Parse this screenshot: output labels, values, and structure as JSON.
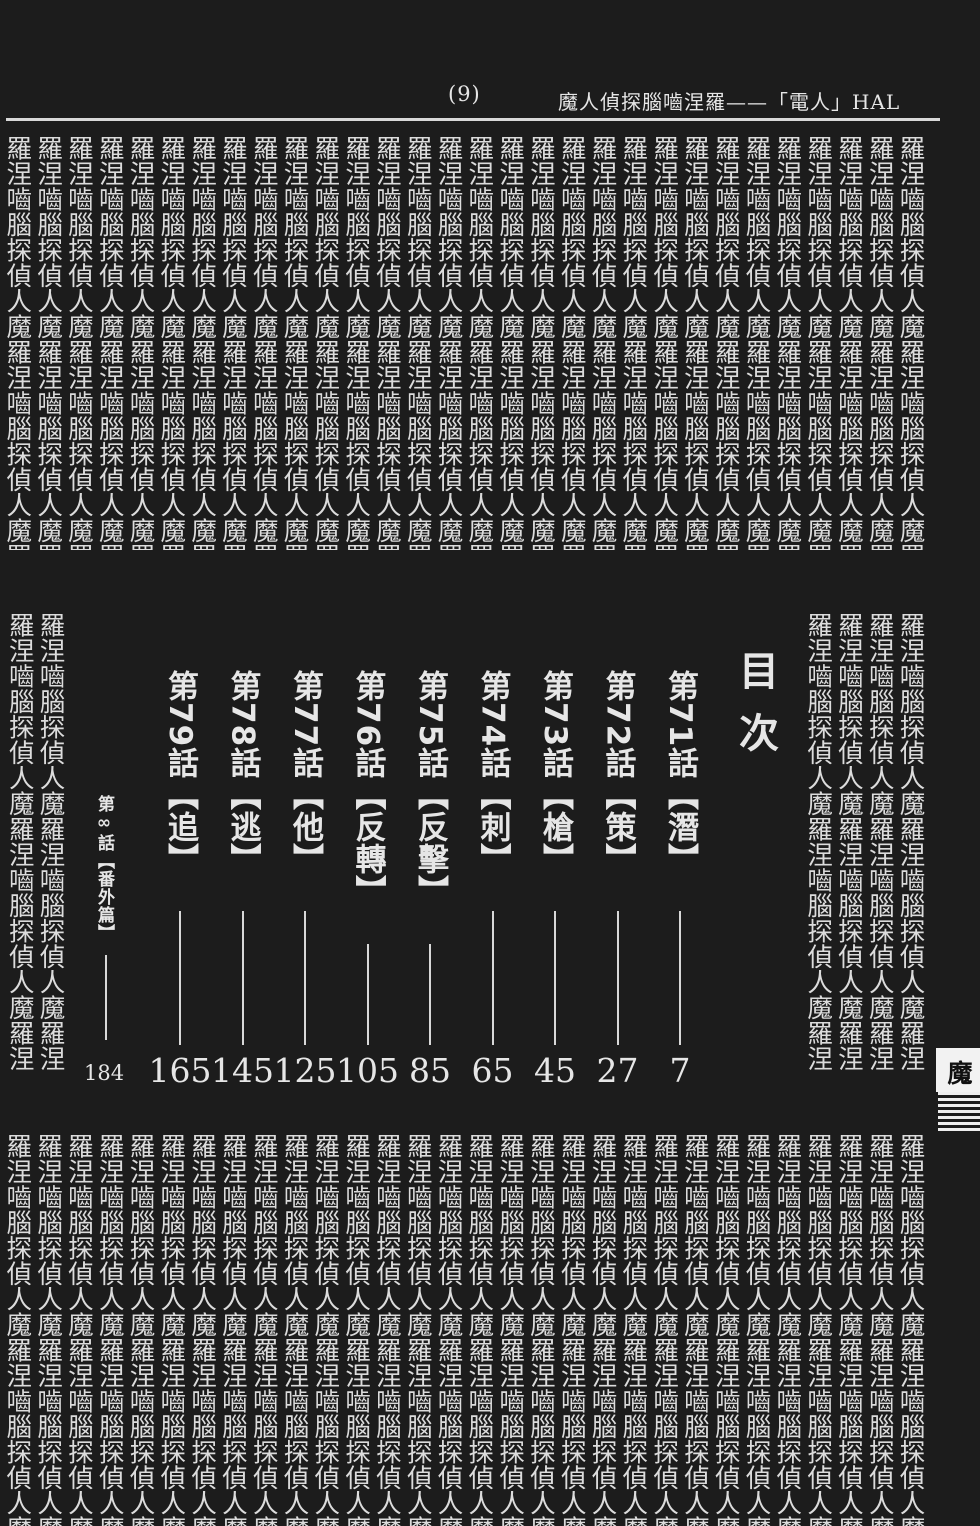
{
  "header": {
    "page_number": "(9)",
    "title": "魔人偵探腦嚙涅羅——「電人」HAL"
  },
  "background_text": {
    "repeat_unit": "羅涅嚙腦探偵人魔"
  },
  "toc": {
    "heading": "目次",
    "entries": [
      {
        "label": "第71話【潛】",
        "page": "7"
      },
      {
        "label": "第72話【策】",
        "page": "27"
      },
      {
        "label": "第73話【槍】",
        "page": "45"
      },
      {
        "label": "第74話【刺】",
        "page": "65"
      },
      {
        "label": "第75話【反擊】",
        "page": "85"
      },
      {
        "label": "第76話【反轉】",
        "page": "105"
      },
      {
        "label": "第77話【他】",
        "page": "125"
      },
      {
        "label": "第78話【逃】",
        "page": "145"
      },
      {
        "label": "第79話【追】",
        "page": "165"
      }
    ],
    "bonus": {
      "label": "第∞話【番外篇】",
      "page": "184"
    }
  },
  "side_tab": {
    "label": "魔"
  }
}
